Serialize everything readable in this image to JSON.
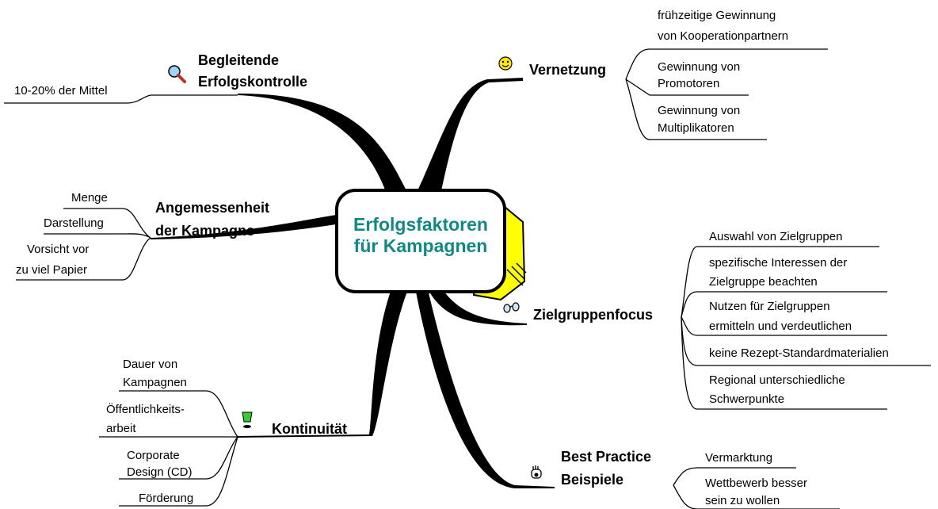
{
  "central_topic": {
    "line1": "Erfolgsfaktoren",
    "line2": "für Kampagnen"
  },
  "branches": {
    "vernetzung": {
      "title": "Vernetzung",
      "icon": "smiley-icon",
      "items": [
        [
          "frühzeitige Gewinnung",
          "von Kooperationpartnern"
        ],
        [
          "Gewinnung von",
          "Promotoren"
        ],
        [
          "Gewinnung von",
          "Multiplikatoren"
        ]
      ]
    },
    "begleitende": {
      "title_line1": "Begleitende",
      "title_line2": "Erfolgskontrolle",
      "icon": "magnifier-icon",
      "items": [
        "10-20% der Mittel"
      ]
    },
    "angemessenheit": {
      "title_line1": "Angemessenheit",
      "title_line2": "der Kampagne",
      "items": [
        [
          "Menge"
        ],
        [
          "Darstellung"
        ],
        [
          "Vorsicht vor",
          "zu viel Papier"
        ]
      ]
    },
    "zielgruppenfocus": {
      "title": "Zielgruppenfocus",
      "icon": "glasses-icon",
      "items": [
        [
          "Auswahl von Zielgruppen"
        ],
        [
          "spezifische Interessen der",
          "Zielgruppe beachten"
        ],
        [
          "Nutzen für Zielgruppen",
          "ermitteln und verdeutlichen"
        ],
        [
          "keine Rezept-Standardmaterialien"
        ],
        [
          "Regional unterschiedliche",
          "Schwerpunkte"
        ]
      ]
    },
    "kontinuitaet": {
      "title": "Kontinuität",
      "icon": "cup-icon",
      "items": [
        [
          "Dauer von",
          "Kampagnen"
        ],
        [
          "Öffentlichkeits-",
          "arbeit"
        ],
        [
          "Corporate",
          "Design (CD)"
        ],
        [
          "Förderung"
        ]
      ]
    },
    "best_practice": {
      "title_line1": "Best Practice",
      "title_line2": "Beispiele",
      "icon": "hand-icon",
      "items": [
        [
          "Vermarktung"
        ],
        [
          "Wettbewerb besser",
          "sein zu wollen"
        ]
      ]
    }
  },
  "colors": {
    "center_text": "#0e8a84",
    "center_fill": "#ffff00",
    "smiley": "#ffe800",
    "cup": "#33cc33"
  }
}
